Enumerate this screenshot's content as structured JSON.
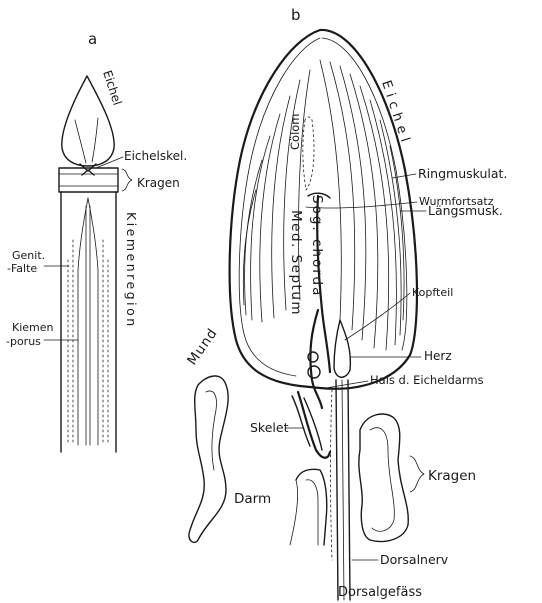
{
  "panels": {
    "a": {
      "letter": "a",
      "labels": {
        "eichel": "Eichel",
        "eichelskel": "Eichelskel.",
        "kragen": "Kragen",
        "kiemenregion": "Kiemenregion",
        "genit_falte_1": "Genit.",
        "genit_falte_2": "-Falte",
        "kiemenporus_1": "Kiemen",
        "kiemenporus_2": "-porus"
      }
    },
    "b": {
      "letter": "b",
      "labels": {
        "eichel": "Eichel",
        "colom": "Cölom",
        "sog_chorda": "Sog. chorda",
        "med_septum": "Med. Septum",
        "ringmuskulat": "Ringmuskulat.",
        "wurmfortsatz": "Wurmfortsatz",
        "laengsmusk": "Längsmusk.",
        "kopfteil": "Kopfteil",
        "herz": "Herz",
        "hals": "Hals d. Eicheldarms",
        "mund": "Mund",
        "skelet": "Skelet",
        "darm": "Darm",
        "kragen": "Kragen",
        "dorsalnerv": "Dorsalnerv",
        "dorsalgefaess": "Dorsalgefäss"
      }
    }
  }
}
